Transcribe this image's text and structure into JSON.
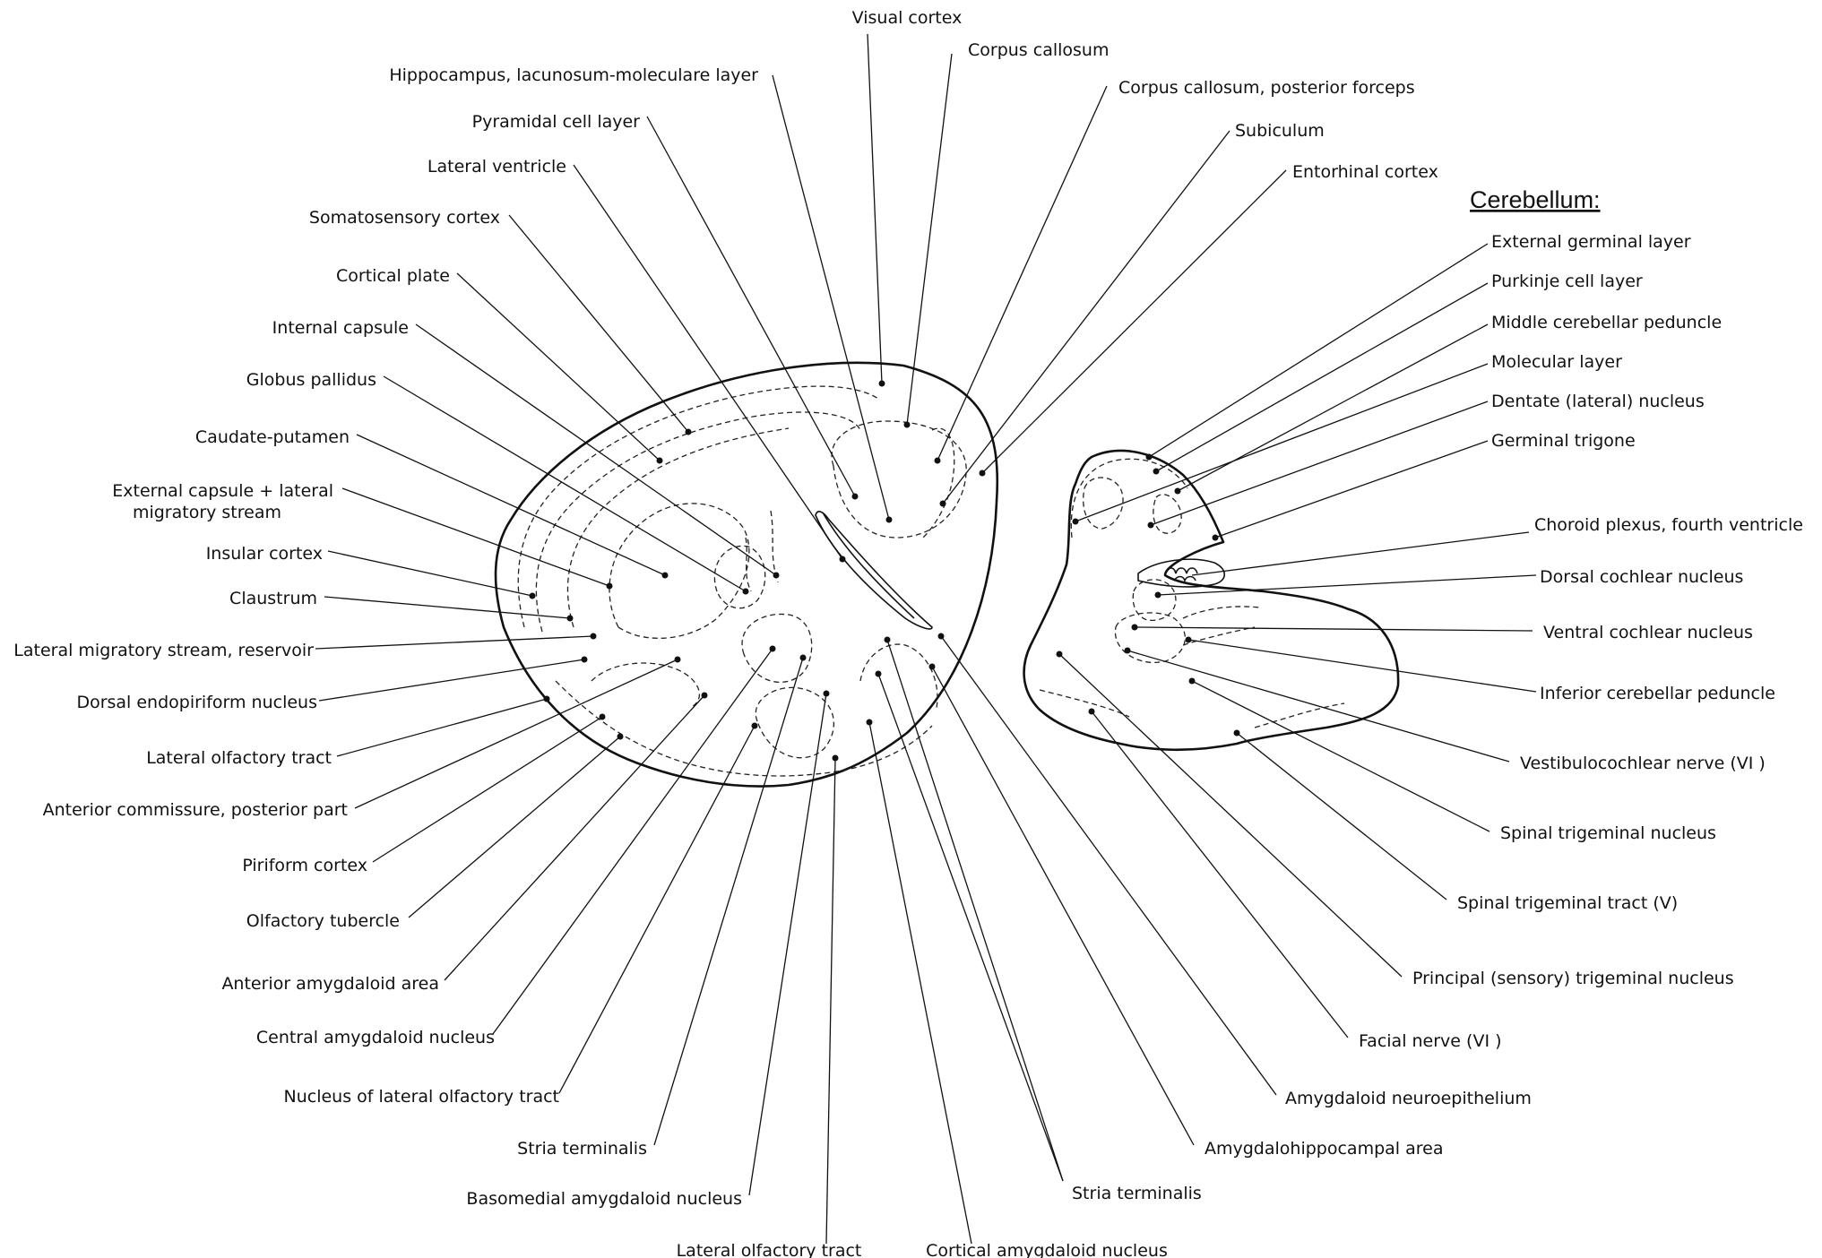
{
  "heading": "Cerebellum:",
  "labels": {
    "visual_cortex": "Visual cortex",
    "corpus_callosum": "Corpus callosum",
    "hippocampus_lm": "Hippocampus, lacunosum-moleculare layer",
    "cc_posterior_forceps": "Corpus callosum, posterior forceps",
    "pyramidal_cell_layer": "Pyramidal cell layer",
    "subiculum": "Subiculum",
    "lateral_ventricle": "Lateral ventricle",
    "entorhinal_cortex": "Entorhinal cortex",
    "somatosensory_cortex": "Somatosensory cortex",
    "cortical_plate": "Cortical plate",
    "internal_capsule": "Internal capsule",
    "globus_pallidus": "Globus pallidus",
    "caudate_putamen": "Caudate-putamen",
    "external_capsule_1": "External capsule + lateral",
    "external_capsule_2": "migratory stream",
    "insular_cortex": "Insular cortex",
    "claustrum": "Claustrum",
    "lms_reservoir": "Lateral migratory stream, reservoir",
    "dorsal_endopiriform": "Dorsal endopiriform nucleus",
    "lateral_olfactory_tract_left": "Lateral olfactory tract",
    "anterior_commissure": "Anterior commissure, posterior part",
    "piriform_cortex": "Piriform cortex",
    "olfactory_tubercle": "Olfactory tubercle",
    "anterior_amygdaloid_area": "Anterior amygdaloid area",
    "central_amygdaloid": "Central amygdaloid nucleus",
    "nucleus_lot": "Nucleus of lateral olfactory tract",
    "stria_terminalis_left": "Stria terminalis",
    "basomedial_amygdaloid": "Basomedial amygdaloid nucleus",
    "lateral_olfactory_tract_bottom": "Lateral olfactory tract",
    "cortical_amygdaloid": "Cortical amygdaloid nucleus",
    "stria_terminalis_bottom": "Stria terminalis",
    "amygdalohippocampal_area": "Amygdalohippocampal area",
    "amygdaloid_neuroepithelium": "Amygdaloid neuroepithelium",
    "facial_nerve": "Facial nerve (VI )",
    "principal_trigeminal": "Principal (sensory) trigeminal nucleus",
    "spinal_trigeminal_tract": "Spinal trigeminal tract (V)",
    "spinal_trigeminal_nucleus": "Spinal trigeminal nucleus",
    "vestibulocochlear_nerve": "Vestibulocochlear nerve (VI )",
    "inferior_cerebellar_peduncle": "Inferior cerebellar peduncle",
    "ventral_cochlear": "Ventral cochlear nucleus",
    "dorsal_cochlear": "Dorsal cochlear nucleus",
    "choroid_plexus": "Choroid plexus, fourth ventricle",
    "germinal_trigone": "Germinal trigone",
    "dentate_nucleus": "Dentate (lateral) nucleus",
    "molecular_layer": "Molecular layer",
    "middle_cerebellar_peduncle": "Middle cerebellar peduncle",
    "purkinje_cell_layer": "Purkinje cell layer",
    "external_germinal_layer": "External germinal layer"
  }
}
